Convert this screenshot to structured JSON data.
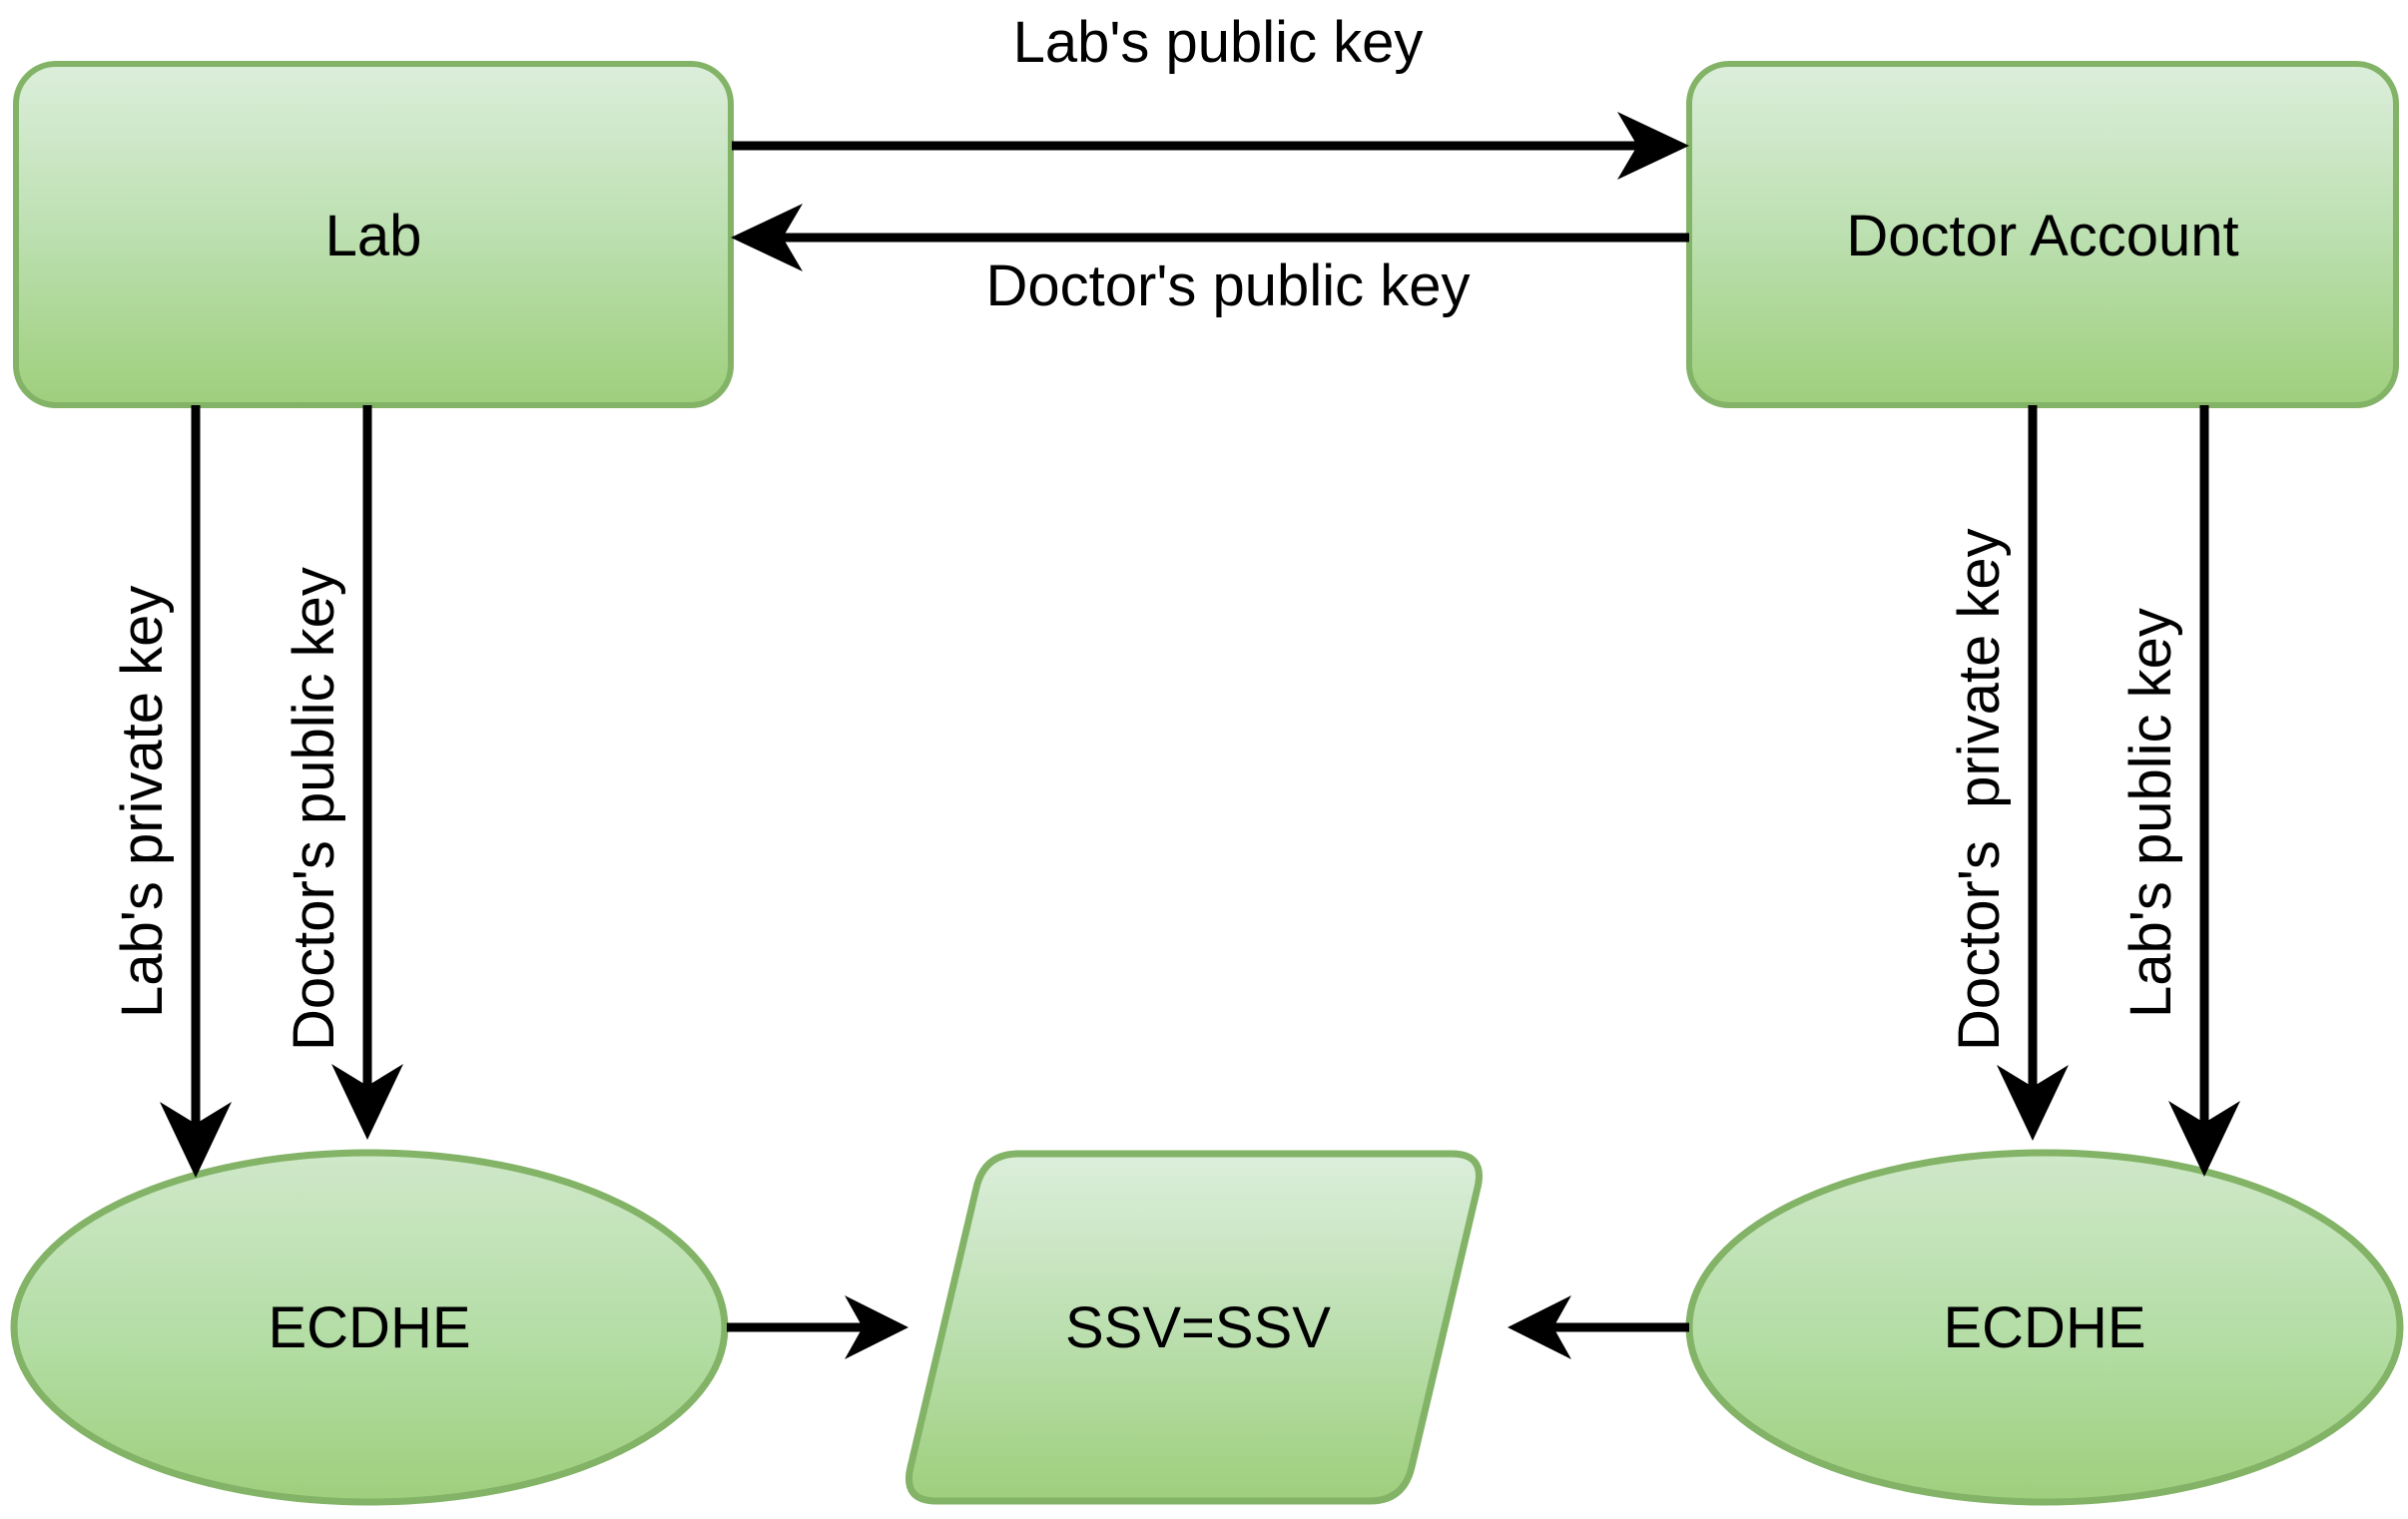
{
  "diagram": {
    "title": "ECDHE key exchange between Lab and Doctor Account",
    "colors": {
      "fill_top": "#d8ead3",
      "fill_bottom": "#9ecf7c",
      "stroke": "#82b366",
      "line": "#000000",
      "text": "#000000",
      "background": "#ffffff"
    },
    "nodes": [
      {
        "id": "lab",
        "label": "Lab",
        "shape": "rounded-rectangle"
      },
      {
        "id": "doctor",
        "label": "Doctor Account",
        "shape": "rounded-rectangle"
      },
      {
        "id": "ecdhe_left",
        "label": "ECDHE",
        "shape": "ellipse"
      },
      {
        "id": "ssv",
        "label": "SSV=SSV",
        "shape": "parallelogram"
      },
      {
        "id": "ecdhe_right",
        "label": "ECDHE",
        "shape": "ellipse"
      }
    ],
    "edges": [
      {
        "id": "lab_to_doctor",
        "label": "Lab's public key",
        "from": "lab",
        "to": "doctor",
        "direction": "right",
        "orientation": "horizontal"
      },
      {
        "id": "doctor_to_lab",
        "label": "Doctor's public key",
        "from": "doctor",
        "to": "lab",
        "direction": "left",
        "orientation": "horizontal"
      },
      {
        "id": "lab_priv_to_ecdhe",
        "label": "Lab's private key",
        "from": "lab",
        "to": "ecdhe_left",
        "direction": "down",
        "orientation": "vertical"
      },
      {
        "id": "doc_pub_to_ecdhe",
        "label": "Doctor's public key",
        "from": "lab",
        "to": "ecdhe_left",
        "direction": "down",
        "orientation": "vertical"
      },
      {
        "id": "doc_priv_to_ecdhe",
        "label": "Doctor's  private key",
        "from": "doctor",
        "to": "ecdhe_right",
        "direction": "down",
        "orientation": "vertical"
      },
      {
        "id": "lab_pub_to_ecdhe",
        "label": "Lab's public key",
        "from": "doctor",
        "to": "ecdhe_right",
        "direction": "down",
        "orientation": "vertical"
      },
      {
        "id": "ecdhe_left_to_ssv",
        "label": "",
        "from": "ecdhe_left",
        "to": "ssv",
        "direction": "right",
        "orientation": "horizontal"
      },
      {
        "id": "ecdhe_right_to_ssv",
        "label": "",
        "from": "ecdhe_right",
        "to": "ssv",
        "direction": "left",
        "orientation": "horizontal"
      }
    ]
  }
}
